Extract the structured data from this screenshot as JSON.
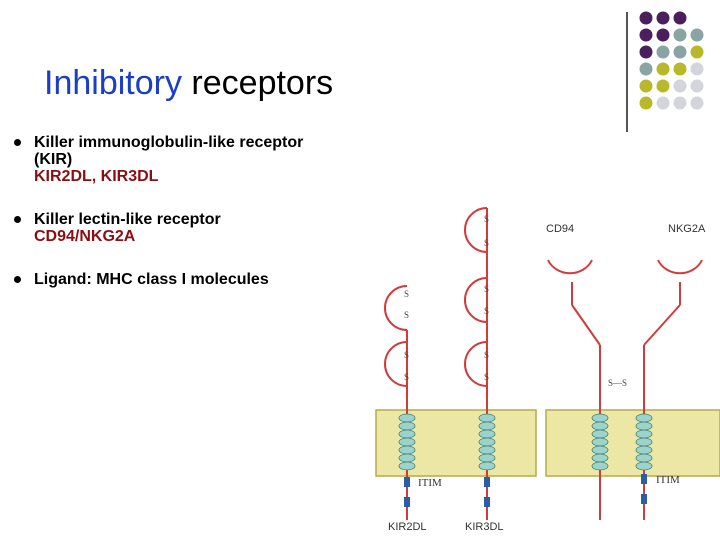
{
  "title": {
    "accent": "Inhibitory",
    "rest": "receptors"
  },
  "bullets": [
    {
      "line1": "Killer immunoglobulin-like receptor",
      "line2": "(KIR)",
      "sub": "KIR2DL, KIR3DL"
    },
    {
      "line1": "Killer lectin-like receptor",
      "sub": "CD94/NKG2A"
    },
    {
      "line1": "Ligand: MHC class I molecules"
    }
  ],
  "diagram": {
    "labels": {
      "cd94": "CD94",
      "nkg2a": "NKG2A",
      "itim_left": "ITIM",
      "itim_right": "ITIM",
      "kir2dl": "KIR2DL",
      "kir3dl": "KIR3DL",
      "ss_bridge": "S—S",
      "ss_s": "S"
    },
    "colors": {
      "receptor_line": "#d23b3b",
      "membrane": "#ece7a4",
      "membrane_border": "#b9a94a",
      "tm_helix": "#9ed3cc",
      "itim_box": "#2a5fa6"
    }
  },
  "decoration": {
    "dot_colors": [
      "#4b1f5e",
      "#8aa3a3",
      "#b8b82a",
      "#d4d4dc"
    ]
  }
}
